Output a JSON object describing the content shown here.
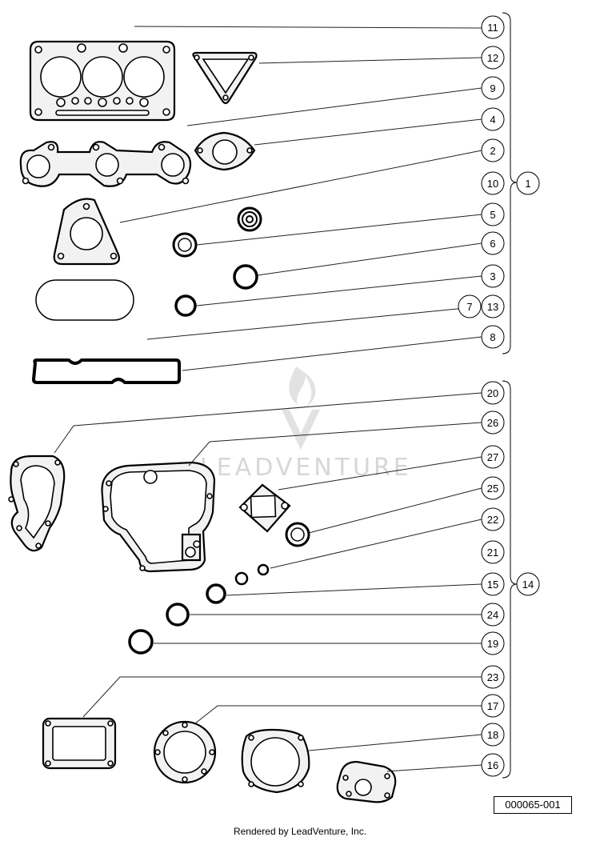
{
  "diagram": {
    "callouts_top": [
      "11",
      "12",
      "9",
      "4",
      "2",
      "10",
      "5",
      "6",
      "3",
      "7",
      "13",
      "8"
    ],
    "group_top": "1",
    "callouts_bottom": [
      "20",
      "26",
      "27",
      "25",
      "22",
      "21",
      "15",
      "24",
      "19",
      "23",
      "17",
      "18",
      "16"
    ],
    "group_bottom": "14",
    "watermark": "LEADVENTURE",
    "reference_code": "000065-001",
    "footer": "Rendered by LeadVenture, Inc."
  }
}
